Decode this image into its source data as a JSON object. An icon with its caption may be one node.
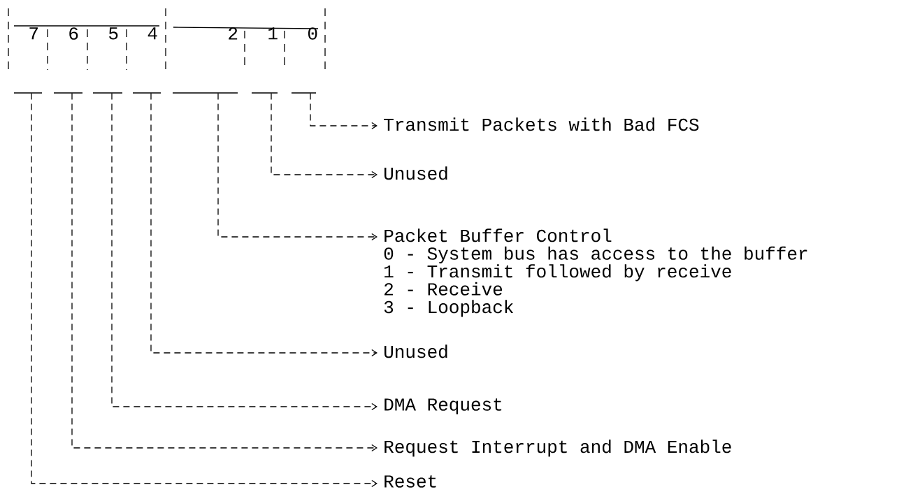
{
  "diagram": {
    "nodes": [
      {
        "text": [
          "7"
        ]
      },
      {
        "text": [
          "6"
        ]
      },
      {
        "text": [
          "5"
        ]
      },
      {
        "text": [
          "4"
        ]
      },
      {
        "text": [
          "2"
        ]
      },
      {
        "text": [
          "1"
        ]
      },
      {
        "text": [
          "0"
        ]
      },
      {
        "text": [
          "Transmit Packets with Bad FCS"
        ]
      },
      {
        "text": [
          "Unused"
        ]
      },
      {
        "text": [
          "Packet Buffer Control",
          "0 - System bus has access to the buffer",
          "1 - Transmit followed by receive",
          "2 - Receive",
          "3 - Loopback"
        ]
      },
      {
        "text": [
          "Unused"
        ]
      },
      {
        "text": [
          "DMA Request"
        ]
      },
      {
        "text": [
          "Request Interrupt and DMA Enable"
        ]
      },
      {
        "text": [
          "Reset"
        ]
      }
    ],
    "edges": [
      {
        "from": 6,
        "to": 7,
        "arrow": "to",
        "style": "dashed"
      },
      {
        "from": 5,
        "to": 8,
        "arrow": "to",
        "style": "dashed"
      },
      {
        "from": 4,
        "to": 9,
        "arrow": "to",
        "style": "dashed"
      },
      {
        "from": 3,
        "to": 10,
        "arrow": "to",
        "style": "dashed"
      },
      {
        "from": 2,
        "to": 11,
        "arrow": "to",
        "style": "dashed"
      },
      {
        "from": 1,
        "to": 12,
        "arrow": "to",
        "style": "dashed"
      },
      {
        "from": 0,
        "to": 13,
        "arrow": "to",
        "style": "dashed"
      }
    ]
  }
}
